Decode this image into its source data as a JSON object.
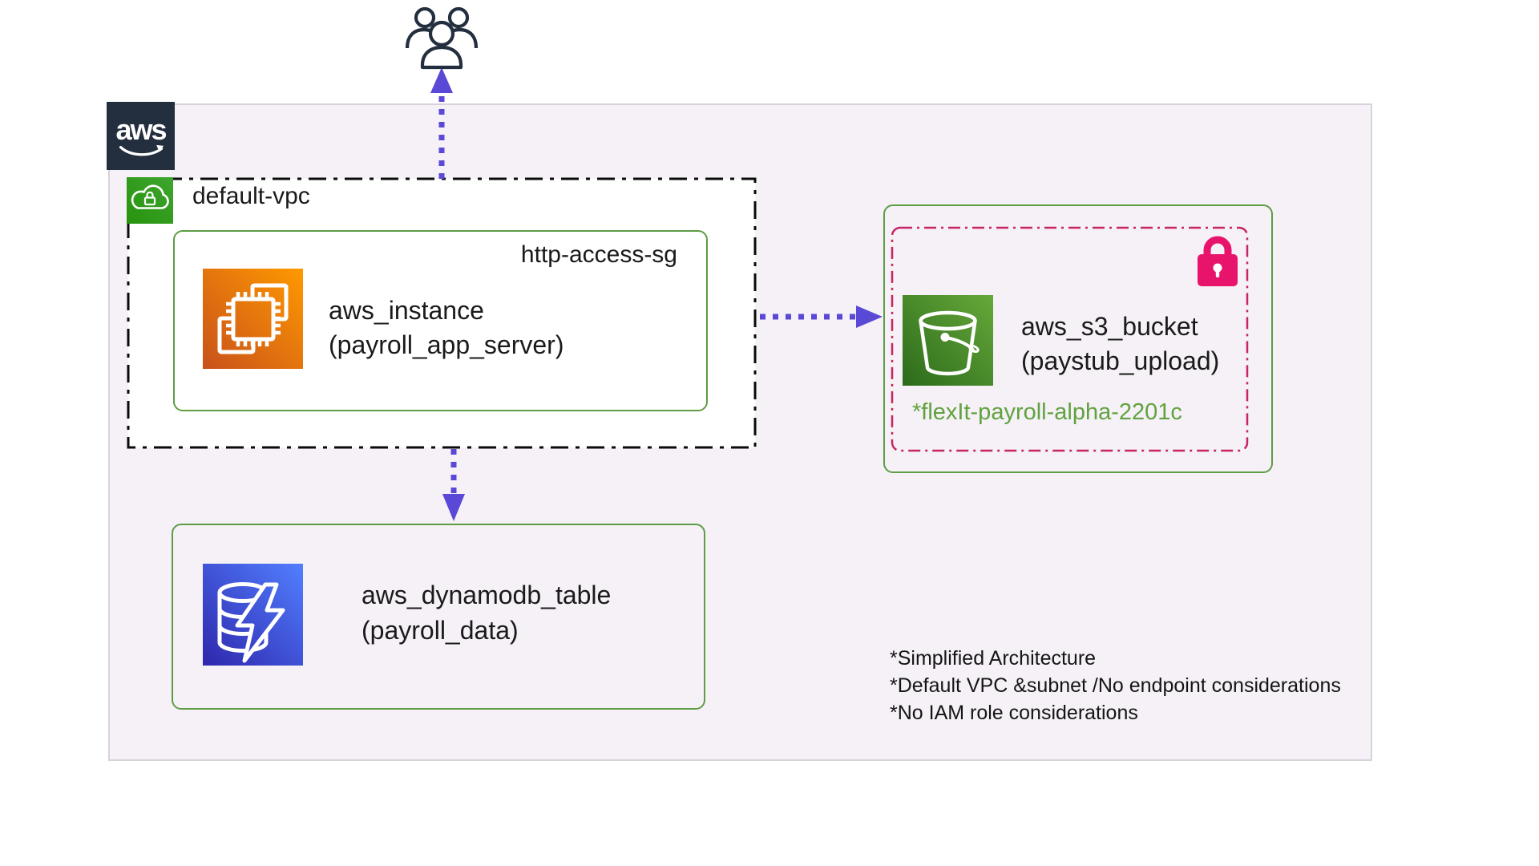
{
  "logo": {
    "text": "aws"
  },
  "vpc": {
    "label": "default-vpc"
  },
  "security_group": {
    "label": "http-access-sg"
  },
  "instance": {
    "name": "aws_instance",
    "qualifier": "(payroll_app_server)"
  },
  "s3": {
    "name": "aws_s3_bucket",
    "qualifier": "(paystub_upload)",
    "bucket_name": "*flexIt-payroll-alpha-2201c"
  },
  "dynamodb": {
    "name": "aws_dynamodb_table",
    "qualifier": "(payroll_data)"
  },
  "notes": [
    "*Simplified Architecture",
    "*Default VPC &subnet /No endpoint considerations",
    "*No IAM role considerations"
  ],
  "colors": {
    "aws_navy": "#232F3E",
    "region_fill": "#F5F1F6",
    "region_border": "#D8D2DB",
    "box_border_green": "#5E9C45",
    "bucket_text_green": "#61A23F",
    "vpc_border_black": "#0A0A0A",
    "pink_border": "#C72366",
    "lock_pink": "#E8146B",
    "arrow_purple": "#5A49D6",
    "ec2_gradient_start": "#C8511B",
    "ec2_gradient_end": "#FF9900",
    "s3_gradient_start": "#2B6B1B",
    "s3_gradient_end": "#67A83A",
    "dynamodb_gradient_start": "#2E27AD",
    "dynamodb_gradient_end": "#527FFF",
    "vpc_icon_green_start": "#27930D",
    "vpc_icon_green_end": "#3FA52F"
  }
}
